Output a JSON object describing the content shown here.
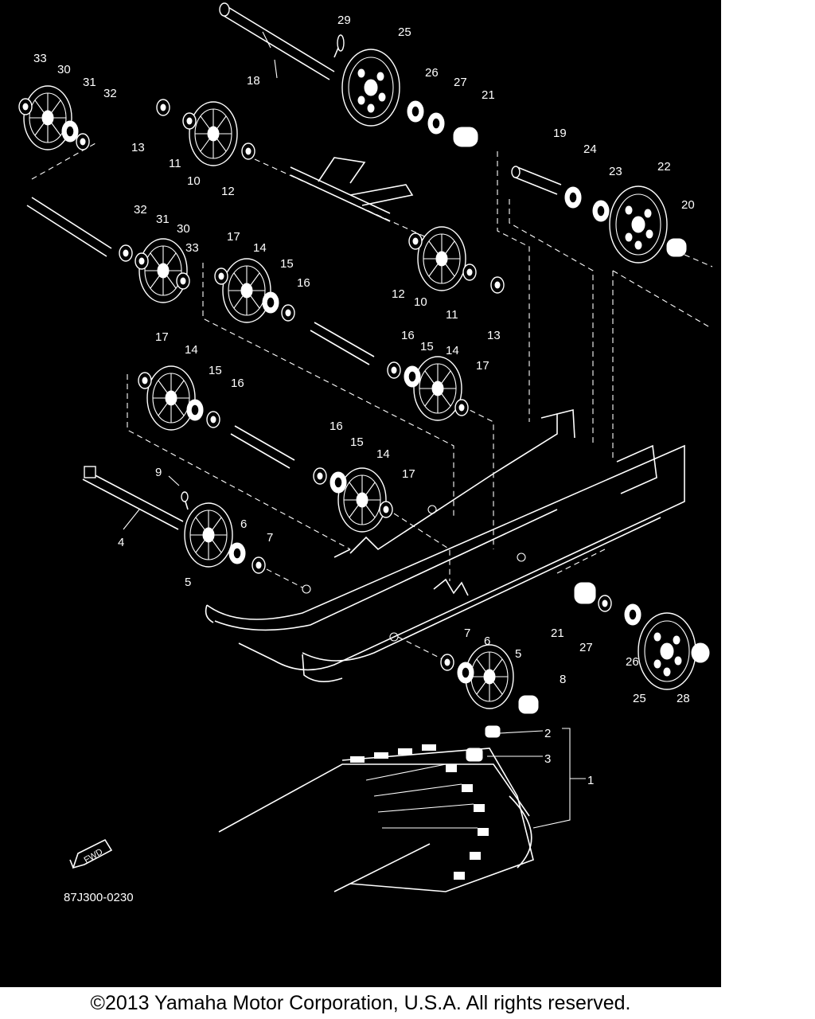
{
  "diagram": {
    "drawing_code": "87J300-0230",
    "fwd_label": "FWD",
    "callouts": [
      "1",
      "2",
      "3",
      "4",
      "5",
      "6",
      "7",
      "8",
      "9",
      "10",
      "11",
      "12",
      "13",
      "14",
      "15",
      "16",
      "17",
      "18",
      "19",
      "20",
      "21",
      "22",
      "23",
      "24",
      "25",
      "26",
      "27",
      "28",
      "29",
      "30",
      "31",
      "32",
      "33"
    ]
  },
  "footer": {
    "copyright": "©2013 Yamaha Motor Corporation, U.S.A. All rights reserved."
  },
  "colors": {
    "panel_background": "#000000",
    "line_art": "#ffffff",
    "page_background": "#ffffff"
  }
}
